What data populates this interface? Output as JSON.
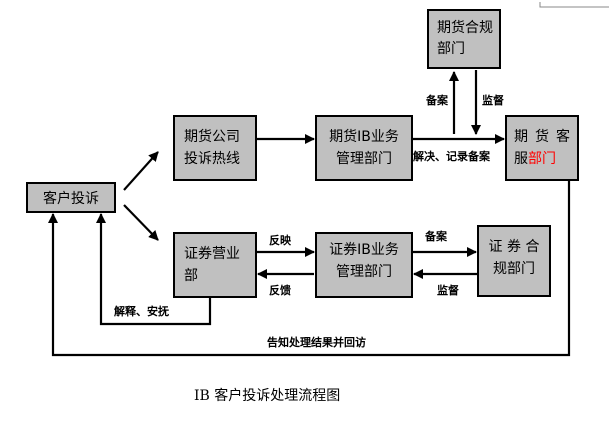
{
  "boxes": {
    "customer_complaint": "客户投诉",
    "futures_hotline": [
      "期货公司",
      "投诉热线"
    ],
    "ib_dept_top": [
      "期货IB业务",
      "管理部门"
    ],
    "compliance_top": [
      "期货合规",
      "部门"
    ],
    "futures_cs": {
      "line1": "期货客",
      "line2_black": "服",
      "line2_red": "部门"
    },
    "securities_branch": [
      "证券营业",
      "部"
    ],
    "ib_dept_bottom": [
      "证券IB业务",
      "管理部门"
    ],
    "compliance_bottom": [
      "证 券 合",
      "规部门"
    ]
  },
  "labels": {
    "filing_top": "备案",
    "supervision_top": "监督",
    "resolve_record": "解决、记录备案",
    "feedback_1": "反映",
    "feedback_2": "反馈",
    "filing_bottom": "备案",
    "supervision_bottom": "监督",
    "explain": "解释、安抚",
    "notify": "告知处理结果并回访"
  },
  "caption": "IB 客户投诉处理流程图",
  "colors": {
    "box_fill": "#c0c0c0",
    "accent_red": "#ff0000"
  }
}
